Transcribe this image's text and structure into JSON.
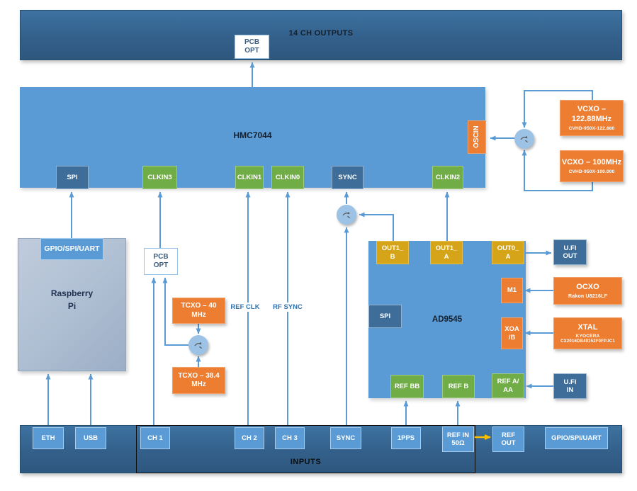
{
  "colors": {
    "accent_blue": "#5B9BD5",
    "dark_bar_blue": "#33608B",
    "dark_port_blue": "#3E6D99",
    "green_port": "#70AD47",
    "orange_box": "#ED7D31",
    "gold_port": "#D6A419",
    "connector_blue": "#5B9BD5",
    "yellow_arrow": "#FFC000",
    "wire_label_blue": "#2E74B5"
  },
  "icons": {
    "signal_switch": "curved-swap-arrow-switch"
  },
  "outputs_bar": {
    "label": "14 CH OUTPUTS"
  },
  "pcb_opt_top": {
    "line1": "PCB",
    "line2": "OPT"
  },
  "hmc7044": {
    "title": "HMC7044",
    "ports": {
      "spi": "SPI",
      "clkin3": "CLKIN3",
      "clkin1": "CLKIN1",
      "clkin0": "CLKIN0",
      "sync": "SYNC",
      "clkin2": "CLKIN2",
      "oscin": "OSCIN"
    }
  },
  "vcxo_122": {
    "title": "VCXO – 122.88MHz",
    "part": "CVHD-950X-122.880"
  },
  "vcxo_100": {
    "title": "VCXO – 100MHz",
    "part": "CVHD-950X-100.000"
  },
  "raspberry_pi": {
    "line1": "Raspberry",
    "line2": "Pi",
    "port_gpio": "GPIO/SPI/UART"
  },
  "pcb_opt_mid": {
    "line1": "PCB",
    "line2": "OPT"
  },
  "tcxo_40": {
    "title": "TCXO – 40 MHz"
  },
  "tcxo_384": {
    "title": "TCXO – 38.4 MHz"
  },
  "wire_labels": {
    "ref_clk": "REF CLK",
    "rf_sync": "RF SYNC"
  },
  "ad9545": {
    "title": "AD9545",
    "ports": {
      "out1b_l1": "OUT1_",
      "out1b_l2": "B",
      "out1a_l1": "OUT1_",
      "out1a_l2": "A",
      "out0a_l1": "OUT0_",
      "out0a_l2": "A",
      "spi": "SPI",
      "m1": "M1",
      "xoab_l1": "XOA",
      "xoab_l2": "/B",
      "refaa_l1": "REF A/",
      "refaa_l2": "AA",
      "refbb": "REF BB",
      "refb": "REF B"
    }
  },
  "ufl_out": {
    "line1": "U.Fl",
    "line2": "OUT"
  },
  "ocxo": {
    "title": "OCXO",
    "part": "Rakon U8216LF"
  },
  "xtal": {
    "title": "XTAL",
    "part1": "KYOCERA",
    "part2": "CX2016DB49152F0FPJC1"
  },
  "ufl_in": {
    "line1": "U.Fl",
    "line2": "IN"
  },
  "inputs_bar": {
    "label": "INPUTS",
    "ports": {
      "eth": "ETH",
      "usb": "USB",
      "ch1": "CH 1",
      "ch2": "CH 2",
      "ch3": "CH 3",
      "sync": "SYNC",
      "pps": "1PPS",
      "ref_in_l1": "REF IN",
      "ref_in_l2": "50Ω",
      "ref_out_l1": "REF",
      "ref_out_l2": "OUT",
      "gpio": "GPIO/SPI/UART"
    }
  }
}
